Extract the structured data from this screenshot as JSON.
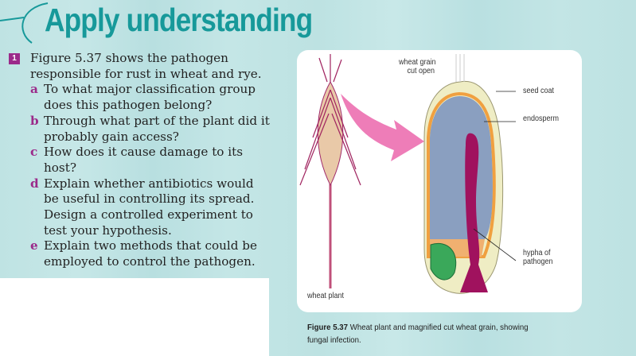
{
  "heading": "Apply understanding",
  "question": {
    "number": "1",
    "stem": "Figure 5.37 shows the pathogen responsible for rust in wheat and rye.",
    "parts": [
      {
        "letter": "a",
        "text": "To what major classification group does this pathogen belong?"
      },
      {
        "letter": "b",
        "text": "Through what part of the plant did it probably gain access?"
      },
      {
        "letter": "c",
        "text": "How does it cause damage to its host?"
      },
      {
        "letter": "d",
        "text": "Explain whether antibiotics would be useful in controlling its spread. Design a controlled experiment to test your hypothesis."
      },
      {
        "letter": "e",
        "text": "Explain two methods that could be employed to control the pathogen."
      }
    ]
  },
  "figure": {
    "labels": {
      "grain_line1": "wheat grain",
      "grain_line2": "cut open",
      "seed_coat": "seed coat",
      "endosperm": "endosperm",
      "hypha_line1": "hypha of",
      "hypha_line2": "pathogen",
      "wheat_plant": "wheat plant"
    },
    "caption_label": "Figure 5.37",
    "caption_text": " Wheat plant and magnified cut wheat grain, showing fungal infection."
  }
}
